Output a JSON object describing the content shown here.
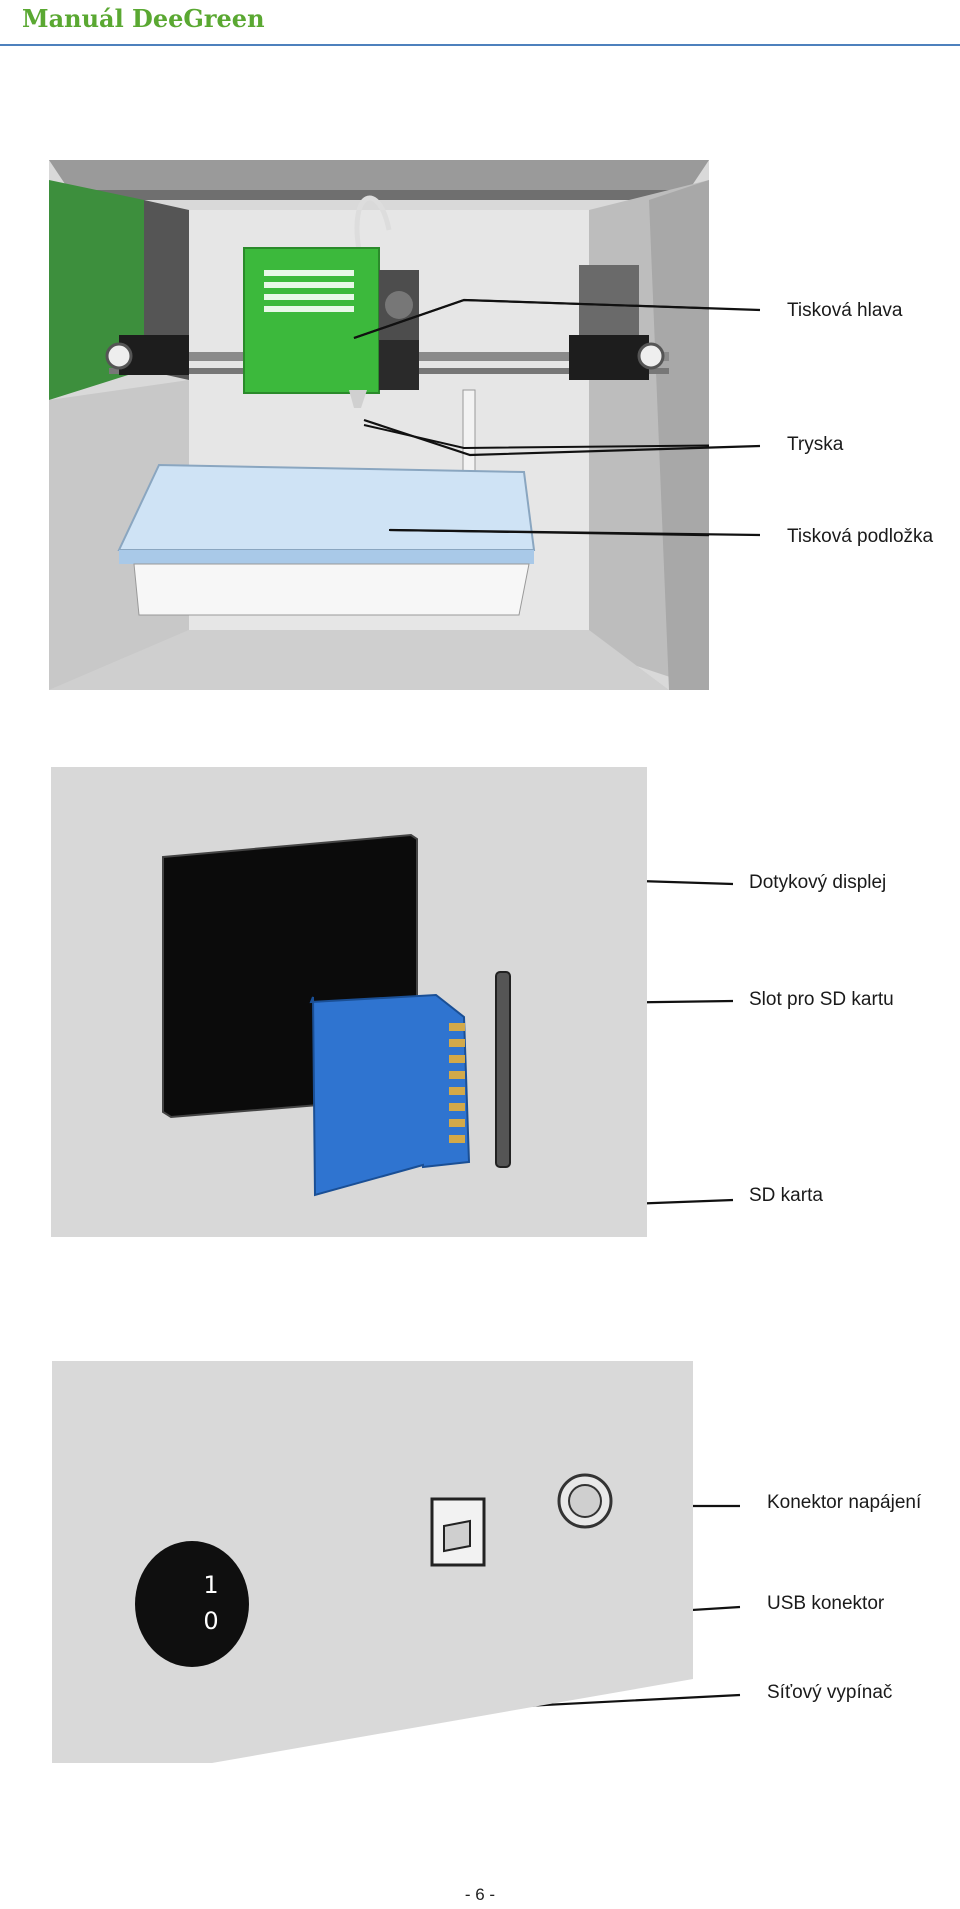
{
  "header": {
    "title": "Manuál DeeGreen"
  },
  "figures": [
    {
      "callouts": [
        "Tisková hlava",
        "Tryska",
        "Tisková podložka"
      ]
    },
    {
      "callouts": [
        "Dotykový displej",
        "Slot pro SD kartu",
        "SD karta"
      ]
    },
    {
      "callouts": [
        "Konektor napájení",
        "USB konektor",
        "Síťový vypínač"
      ],
      "switch_labels": [
        "1",
        "0"
      ]
    }
  ],
  "footer": {
    "page_number": "- 6 -"
  },
  "colors": {
    "title_green": "#5aa832",
    "rule_blue": "#4e81bd",
    "printhead_green": "#3cb93c",
    "sd_card_blue": "#2f74d0",
    "bed_blue": "#cfe3f5"
  }
}
